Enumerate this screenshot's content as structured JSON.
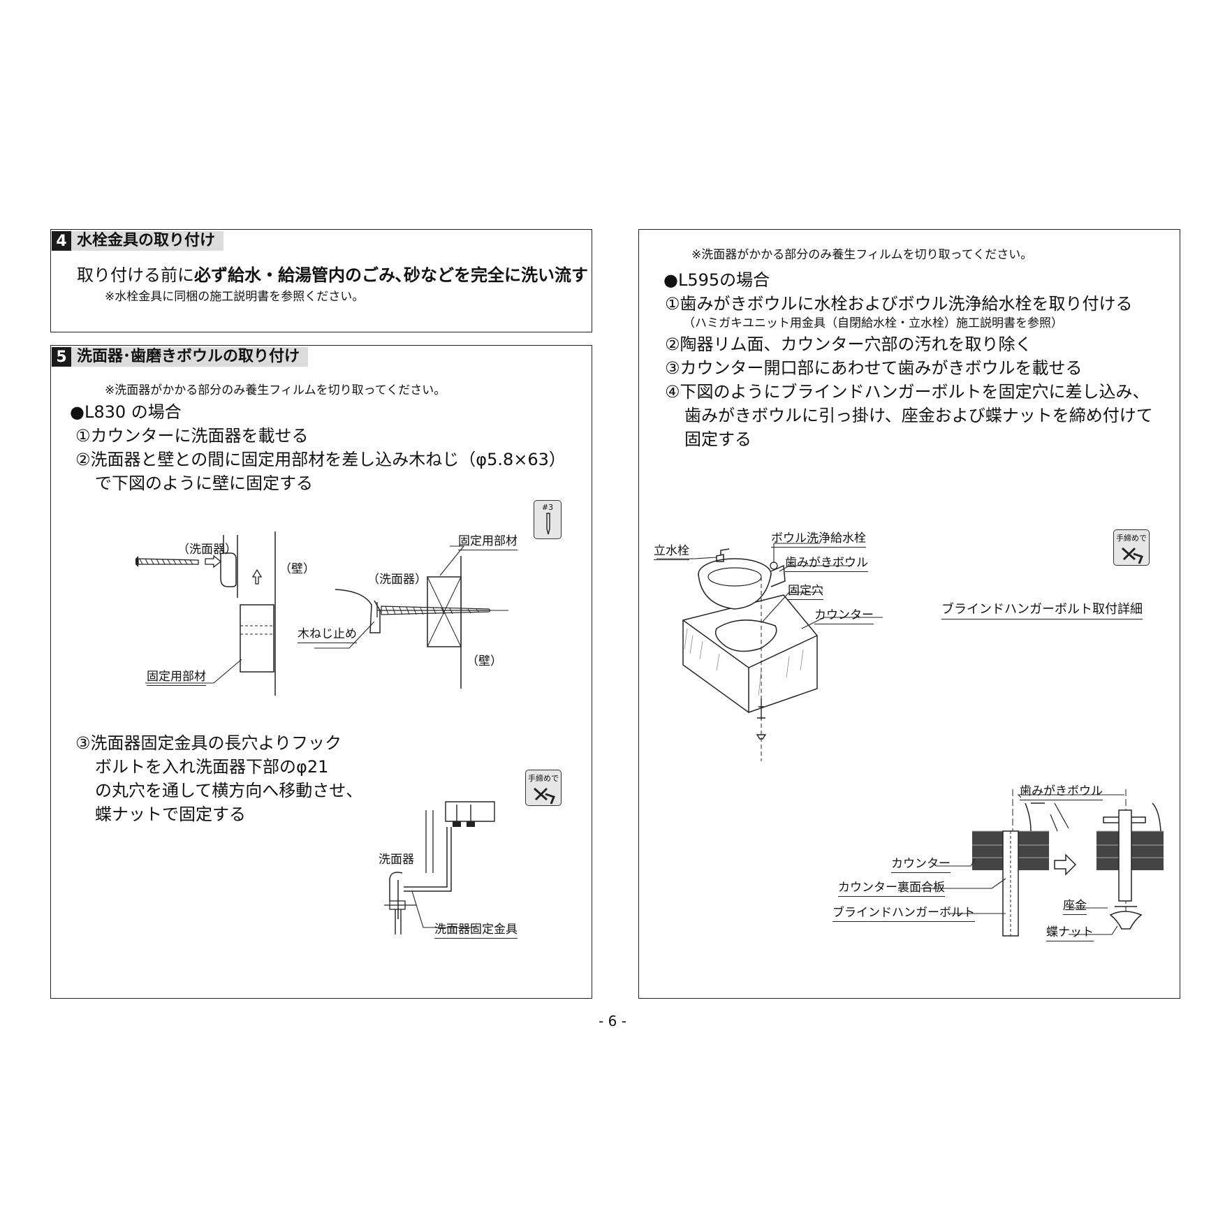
{
  "left": {
    "s4": {
      "num": "4",
      "title": "水栓金具の取り付け",
      "text_pre": "取り付ける前に",
      "text_bold": "必ず給水・給湯管内のごみ､砂などを完全に洗い流す",
      "note": "※水栓金具に同梱の施工説明書を参照ください。"
    },
    "s5": {
      "num": "5",
      "title": "洗面器･歯磨きボウルの取り付け",
      "note": "※洗面器がかかる部分のみ養生フィルムを切り取ってください。",
      "case": "●L830 の場合",
      "step1": "①カウンターに洗面器を載せる",
      "step2a": "②洗面器と壁との間に固定用部材を差し込み木ねじ（φ5.8×63）",
      "step2b": "で下図のように壁に固定する",
      "step3a": "③洗面器固定金具の長穴よりフック",
      "step3b": "ボルトを入れ洗面器下部のφ21",
      "step3c": "の丸穴を通して横方向へ移動させ、",
      "step3d": "蝶ナットで固定する",
      "fig1": {
        "basin": "（洗面器）",
        "wall": "（壁）",
        "member": "固定用部材",
        "member2": "固定用部材",
        "basin2": "（洗面器）",
        "screw_stop": "木ねじ止め",
        "wall2": "（壁）",
        "tool": "#3"
      },
      "fig2": {
        "basin": "洗面器",
        "bracket": "洗面器固定金具",
        "tool": "手締めで"
      }
    }
  },
  "right": {
    "note": "※洗面器がかかる部分のみ養生フィルムを切り取ってください。",
    "case": "●L595の場合",
    "step1": "①歯みがきボウルに水栓およびボウル洗浄給水栓を取り付ける",
    "step1_note": "（ハミガキユニット用金具（自閉給水栓・立水栓）施工説明書を参照）",
    "step2": "②陶器リム面、カウンター穴部の汚れを取り除く",
    "step3": "③カウンター開口部にあわせて歯みがきボウルを載せる",
    "step4a": "④下図のようにブラインドハンガーボルトを固定穴に差し込み、",
    "step4b": "歯みがきボウルに引っ掛け、座金および蝶ナットを締め付けて",
    "step4c": "固定する",
    "fig1": {
      "faucet": "立水栓",
      "wash_valve": "ボウル洗浄給水栓",
      "bowl": "歯みがきボウル",
      "fix_hole": "固定穴",
      "counter": "カウンター",
      "tool": "手締めで"
    },
    "detail_title": "ブラインドハンガーボルト取付詳細",
    "fig2": {
      "bowl": "歯みがきボウル",
      "counter": "カウンター",
      "plywood": "カウンター裏面合板",
      "bolt": "ブラインドハンガーボルト",
      "washer": "座金",
      "nut": "蝶ナット"
    }
  },
  "page_number": "- 6 -"
}
